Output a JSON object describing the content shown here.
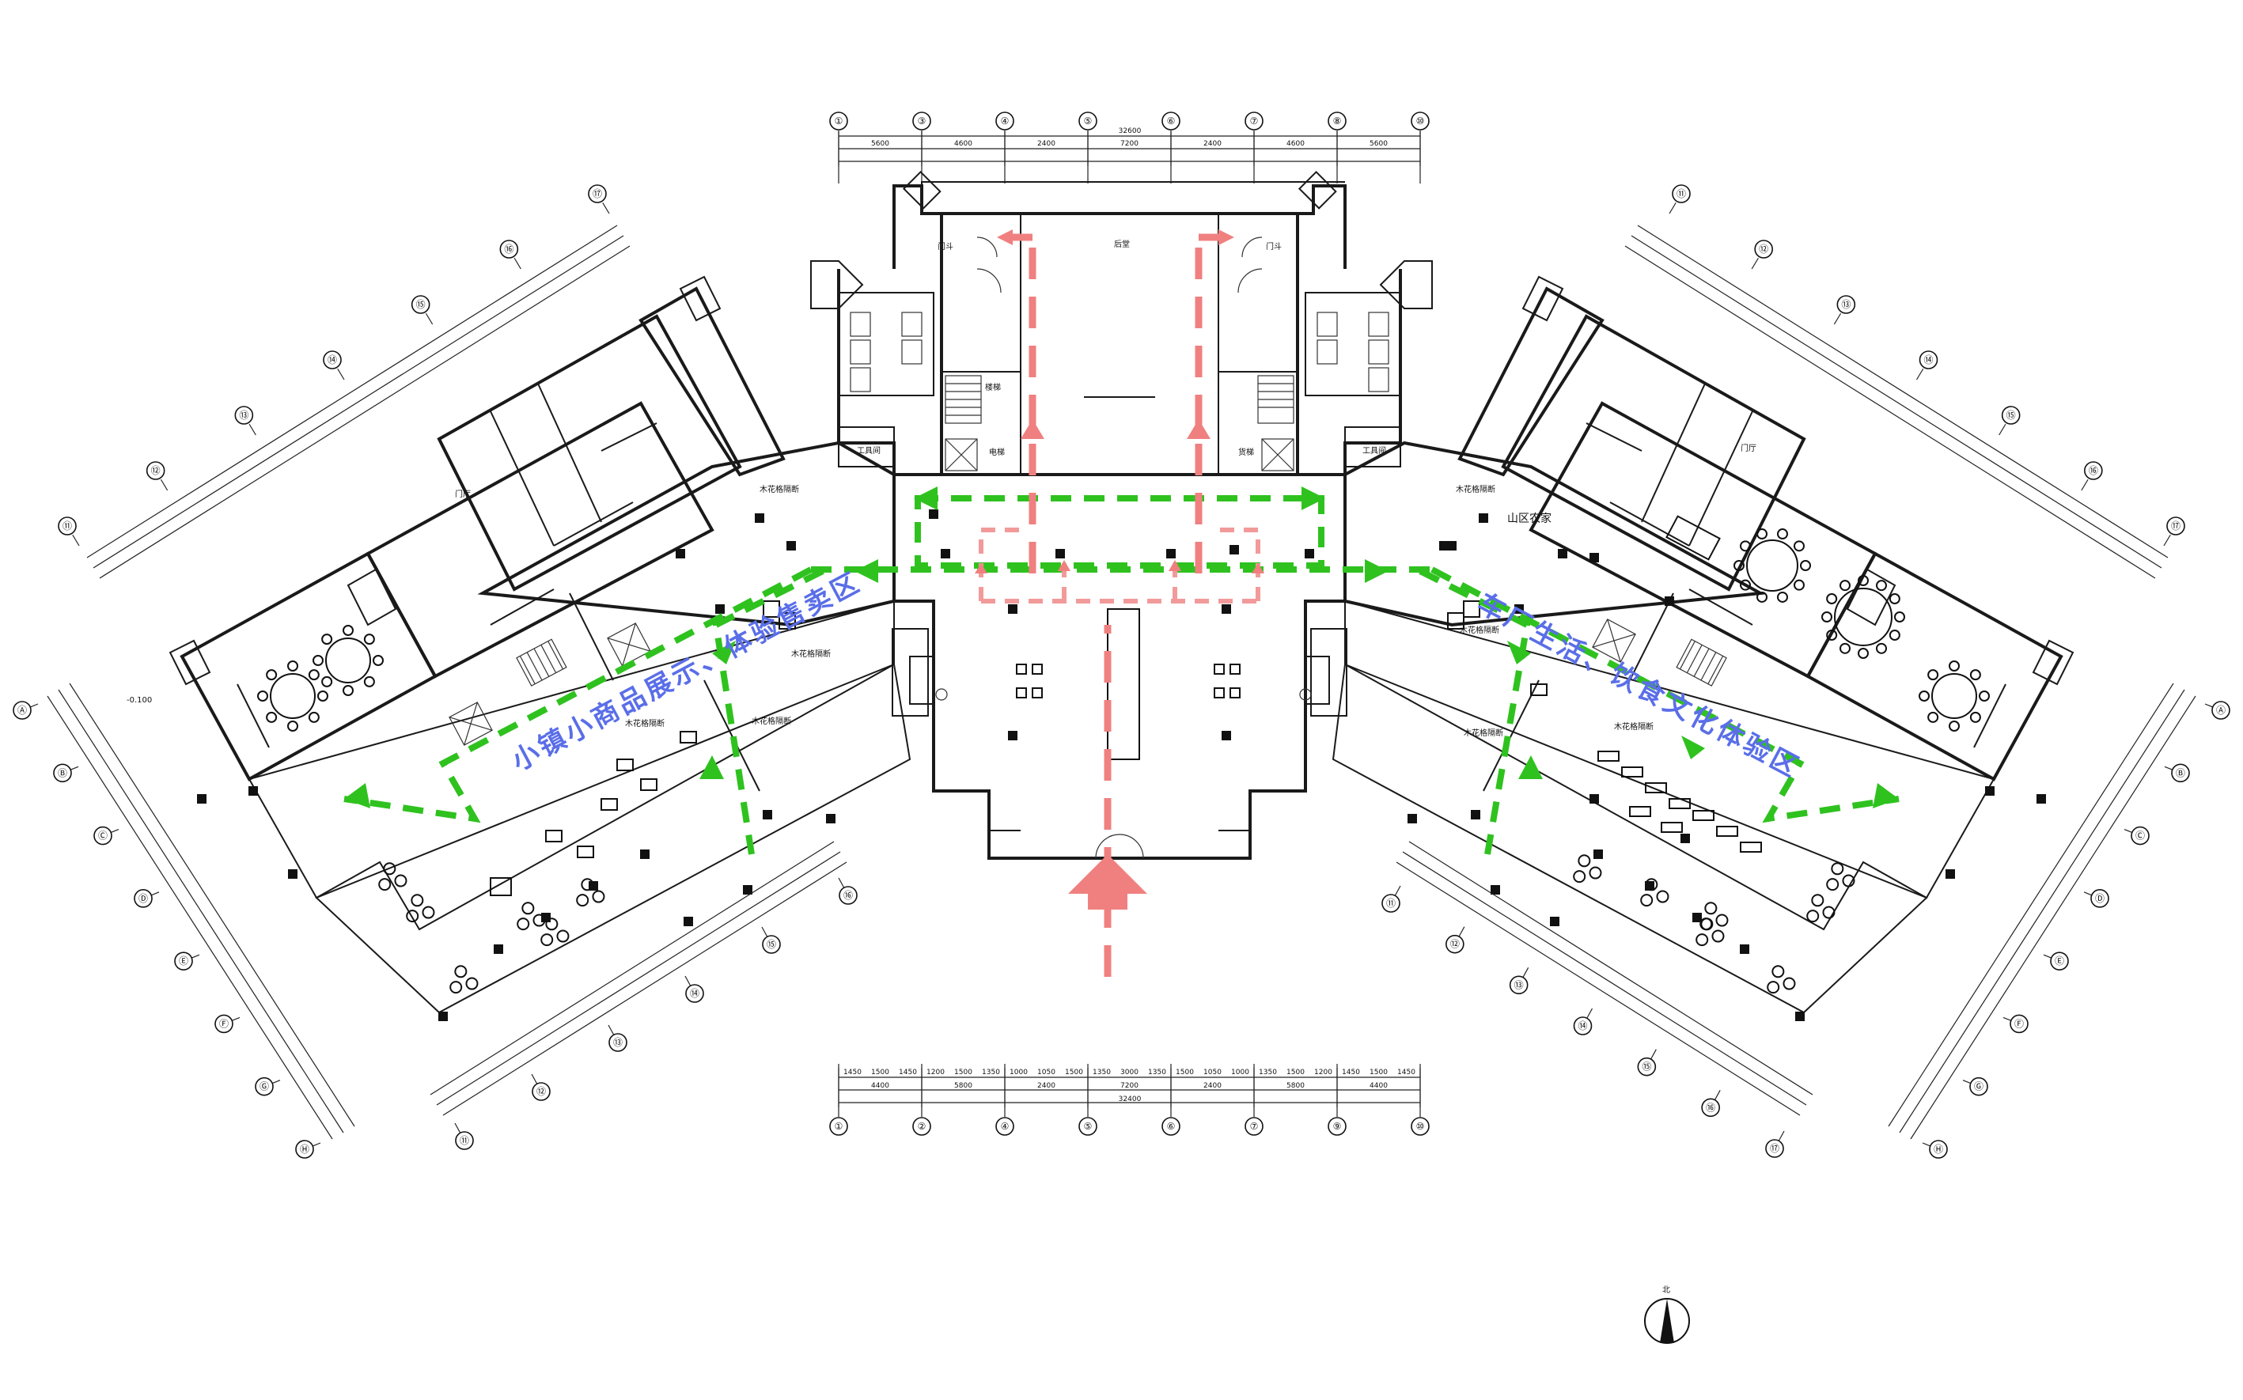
{
  "colors": {
    "circulation_green": "#2fc21f",
    "entry_red": "#f08080",
    "zone_label": "#5a6ee8",
    "walls": "#1a1a1a"
  },
  "zones": {
    "left": "小镇小商品展示、体验售卖区",
    "right": "车厂生活、饮食文化体验区"
  },
  "rooms": {
    "hall": "后堂",
    "stair": "楼梯",
    "elevator_left": "电梯",
    "elevator_right": "货梯",
    "tool_left": "工具间",
    "tool_right": "工具间",
    "door_left": "门斗",
    "door_right": "门斗",
    "door_wl": "门厅",
    "door_er": "门厅",
    "mountain": "山区农家",
    "screen_1": "木花格隔断",
    "screen_2": "木花格隔断",
    "screen_3": "木花格隔断",
    "screen_4": "木花格隔断",
    "screen_5": "木花格隔断",
    "screen_6": "木花格隔断",
    "screen_7": "木花格隔断",
    "screen_8": "木花格隔断",
    "level": "-0.100",
    "north": "北"
  },
  "dims": {
    "top_total": "32600",
    "top_segments": [
      "5600",
      "4600",
      "2400",
      "7200",
      "2400",
      "4600",
      "5600"
    ],
    "bottom_total": "32400",
    "bottom_segments": [
      "4400",
      "5800",
      "2400",
      "7200",
      "2400",
      "5800",
      "4400"
    ],
    "bottom_detail": [
      "1450",
      "1500",
      "1450",
      "1200",
      "1500",
      "1350",
      "1000",
      "1050",
      "1500",
      "1350",
      "3000",
      "1350",
      "1500",
      "1050",
      "1000",
      "1350",
      "1500",
      "1200",
      "1450",
      "1500",
      "1450"
    ]
  },
  "axes": {
    "top": [
      "①",
      "③",
      "④",
      "⑤",
      "⑥",
      "⑦",
      "⑧",
      "⑩"
    ],
    "bottom": [
      "①",
      "②",
      "④",
      "⑤",
      "⑥",
      "⑦",
      "⑨",
      "⑩"
    ],
    "left_wing_top": [
      "⑪",
      "⑫",
      "⑬",
      "⑭",
      "⑮",
      "⑯",
      "⑰"
    ],
    "left_wing_bottom": [
      "⑪",
      "⑫",
      "⑬",
      "⑭",
      "⑮",
      "⑯"
    ],
    "right_wing_top": [
      "⑪",
      "⑫",
      "⑬",
      "⑭",
      "⑮",
      "⑯",
      "⑰"
    ],
    "right_wing_bottom": [
      "⑪",
      "⑫",
      "⑬",
      "⑭",
      "⑮",
      "⑯",
      "⑰"
    ],
    "left_side": [
      "Ⓐ",
      "Ⓑ",
      "Ⓒ",
      "Ⓓ",
      "Ⓔ",
      "Ⓕ",
      "Ⓖ",
      "Ⓗ"
    ],
    "right_side": [
      "Ⓐ",
      "Ⓑ",
      "Ⓒ",
      "Ⓓ",
      "Ⓔ",
      "Ⓕ",
      "Ⓖ",
      "Ⓗ"
    ]
  }
}
